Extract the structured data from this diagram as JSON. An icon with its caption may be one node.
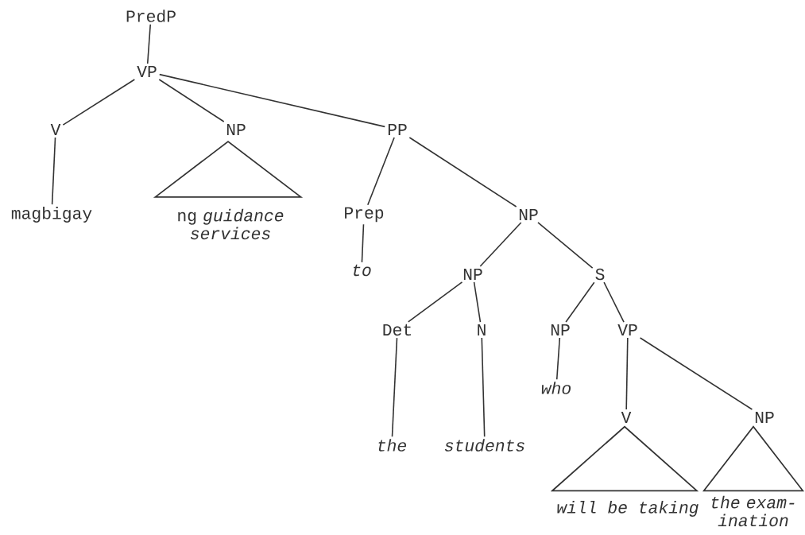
{
  "diagram": {
    "nodes": [
      {
        "text": [
          "PredP"
        ]
      },
      {
        "text": [
          "VP"
        ]
      },
      {
        "text": [
          "V"
        ]
      },
      {
        "text": [
          "NP"
        ]
      },
      {
        "text": [
          "PP"
        ]
      },
      {
        "text": [
          "magbigay"
        ]
      },
      {
        "text": [],
        "shape": "triangle"
      },
      {
        "text": [
          "ng *guidance services*"
        ]
      },
      {
        "text": [
          "Prep"
        ]
      },
      {
        "text": [
          "NP"
        ]
      },
      {
        "text": [
          "to"
        ]
      },
      {
        "text": [
          "NP"
        ]
      },
      {
        "text": [
          "S"
        ]
      },
      {
        "text": [
          "Det"
        ]
      },
      {
        "text": [
          "N"
        ]
      },
      {
        "text": [
          "NP"
        ]
      },
      {
        "text": [
          "VP"
        ]
      },
      {
        "text": [
          "who"
        ]
      },
      {
        "text": [
          "the"
        ]
      },
      {
        "text": [
          "students"
        ]
      },
      {
        "text": [
          "V"
        ]
      },
      {
        "text": [
          "NP"
        ]
      },
      {
        "text": [],
        "shape": "triangle"
      },
      {
        "text": [],
        "shape": "triangle"
      },
      {
        "text": [
          "will be taking"
        ]
      },
      {
        "text": [
          "the exam- ination"
        ]
      }
    ],
    "edges": [
      {
        "from": 0,
        "to": 1,
        "arrow": "none"
      },
      {
        "from": 1,
        "to": 2,
        "arrow": "none"
      },
      {
        "from": 1,
        "to": 3,
        "arrow": "none"
      },
      {
        "from": 1,
        "to": 4,
        "arrow": "none"
      },
      {
        "from": 2,
        "to": 5,
        "arrow": "none"
      },
      {
        "from": 4,
        "to": 8,
        "arrow": "none"
      },
      {
        "from": 4,
        "to": 9,
        "arrow": "none"
      },
      {
        "from": 8,
        "to": 10,
        "arrow": "none"
      },
      {
        "from": 9,
        "to": 11,
        "arrow": "none"
      },
      {
        "from": 9,
        "to": 12,
        "arrow": "none"
      },
      {
        "from": 11,
        "to": 13,
        "arrow": "none"
      },
      {
        "from": 11,
        "to": 14,
        "arrow": "none"
      },
      {
        "from": 12,
        "to": 15,
        "arrow": "none"
      },
      {
        "from": 12,
        "to": 16,
        "arrow": "none"
      },
      {
        "from": 13,
        "to": 18,
        "arrow": "none"
      },
      {
        "from": 14,
        "to": 19,
        "arrow": "none"
      },
      {
        "from": 15,
        "to": 17,
        "arrow": "none"
      },
      {
        "from": 16,
        "to": 20,
        "arrow": "none"
      },
      {
        "from": 16,
        "to": 21,
        "arrow": "none"
      }
    ]
  }
}
